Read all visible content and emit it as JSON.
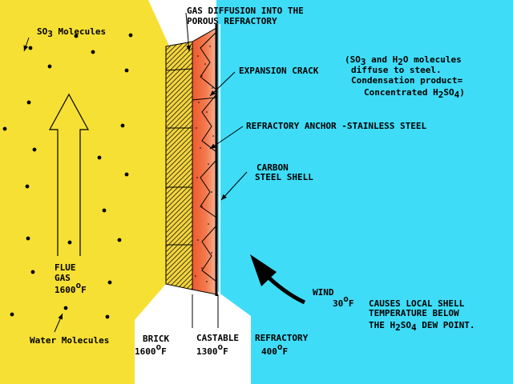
{
  "colors": {
    "flue_gas": "#f7e034",
    "ambient_air": "#3fdcf7",
    "background": "#ffffff",
    "brick": "#f5d43a",
    "castable_light": "#f7a07d",
    "castable_dark": "#ec5a2c",
    "ink": "#000000"
  },
  "labels": {
    "so3_molecules": {
      "text": "SO",
      "sub": "3",
      "rest": " Molecules"
    },
    "gas_diffusion_line1": "GAS DIFFUSION INTO THE",
    "gas_diffusion_line2": "POROUS REFRACTORY",
    "expansion_crack": "EXPANSION CRACK",
    "diffusion_note": {
      "line1": {
        "a": "(SO",
        "s1": "3",
        "b": " and H",
        "s2": "2",
        "c": "O molecules"
      },
      "line2": "diffuse to steel.",
      "line3": "Condensation product=",
      "line4": {
        "a": "Concentrated H",
        "s1": "2",
        "b": "SO",
        "s2": "4",
        "c": ")"
      }
    },
    "refractory_anchor": "REFRACTORY ANCHOR -STAINLESS STEEL",
    "carbon_line1": "CARBON",
    "carbon_line2": "STEEL SHELL",
    "flue_gas": {
      "line1": "FLUE",
      "line2": "GAS",
      "temp": "1600",
      "deg": "o",
      "unit": "F"
    },
    "wind": {
      "label": "WIND",
      "temp": "30",
      "deg": "o",
      "unit": "F"
    },
    "causes": {
      "line1": "CAUSES LOCAL SHELL",
      "line2": "TEMPERATURE BELOW",
      "line3a": "THE H",
      "sub1": "2",
      "line3b": "SO",
      "sub2": "4",
      "line3c": " DEW POINT."
    },
    "water_molecules": "Water Molecules",
    "brick": {
      "label": "BRICK",
      "temp": "1600",
      "deg": "o",
      "unit": "F"
    },
    "castable": {
      "label": "CASTABLE",
      "temp": "1300",
      "deg": "o",
      "unit": "F"
    },
    "refractory": {
      "label": "REFRACTORY",
      "temp": "400",
      "deg": "o",
      "unit": "F"
    }
  }
}
